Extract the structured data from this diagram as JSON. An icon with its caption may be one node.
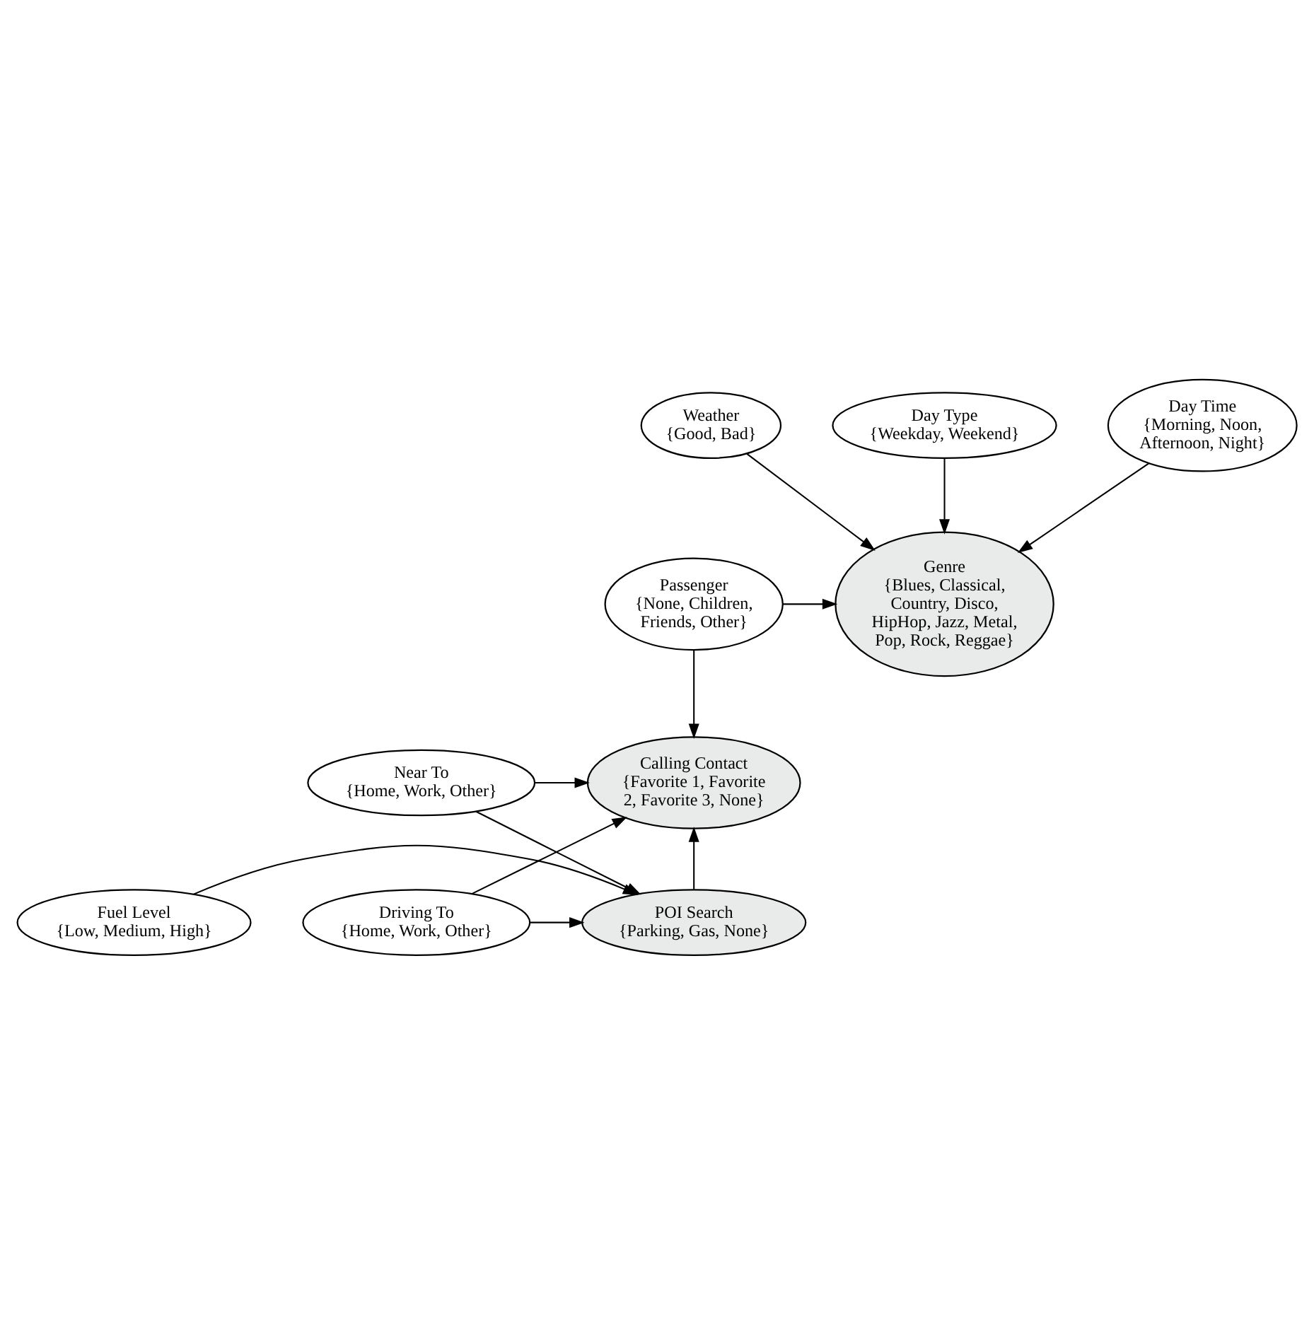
{
  "diagram": {
    "nodes": [
      {
        "text": [
          "Weather",
          "{Good, Bad}"
        ]
      },
      {
        "text": [
          "Day Type",
          "{Weekday, Weekend}"
        ]
      },
      {
        "text": [
          "Day Time",
          "{Morning, Noon, Afternoon, Night}"
        ]
      },
      {
        "text": [
          "Genre",
          "{Blues, Classical, Country, Disco, HipHop, Jazz, Metal, Pop, Rock, Reggae}"
        ]
      },
      {
        "text": [
          "Passenger",
          "{None, Children, Friends, Other}"
        ]
      },
      {
        "text": [
          "Near To",
          "{Home, Work, Other}"
        ]
      },
      {
        "text": [
          "Calling Contact",
          "{Favorite 1, Favorite 2, Favorite 3, None}"
        ]
      },
      {
        "text": [
          "Fuel Level",
          "{Low, Medium, High}"
        ]
      },
      {
        "text": [
          "POI Search",
          "{Parking, Gas, None}"
        ]
      },
      {
        "text": [
          "Driving To",
          "{Home, Work, Other}"
        ]
      }
    ],
    "edges": [
      {
        "from": 0,
        "to": 3,
        "arrow": "to"
      },
      {
        "from": 1,
        "to": 3,
        "arrow": "to"
      },
      {
        "from": 2,
        "to": 3,
        "arrow": "to"
      },
      {
        "from": 4,
        "to": 3,
        "arrow": "to"
      },
      {
        "from": 4,
        "to": 6,
        "arrow": "to"
      },
      {
        "from": 5,
        "to": 6,
        "arrow": "to"
      },
      {
        "from": 5,
        "to": 8,
        "arrow": "to"
      },
      {
        "from": 8,
        "to": 6,
        "arrow": "to"
      },
      {
        "from": 9,
        "to": 6,
        "arrow": "to"
      },
      {
        "from": 7,
        "to": 8,
        "arrow": "to"
      },
      {
        "from": 9,
        "to": 8,
        "arrow": "to"
      }
    ]
  }
}
